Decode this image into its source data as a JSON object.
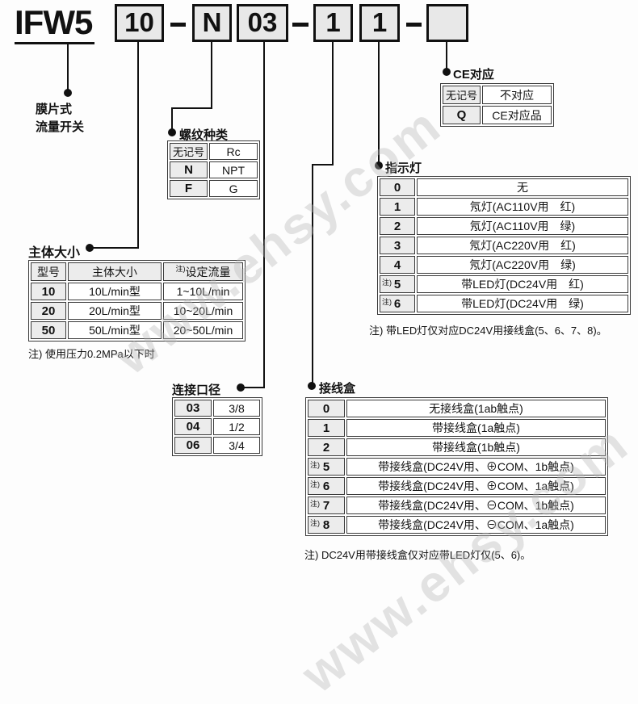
{
  "note_mark": "注)",
  "watermark": "www.ehsy.com",
  "model": {
    "prefix": "IFW5",
    "dash": "",
    "boxes": [
      "10",
      "N",
      "03",
      "1",
      "1",
      ""
    ]
  },
  "product": {
    "label_line1": "膜片式",
    "label_line2": "流量开关"
  },
  "body_size": {
    "label": "主体大小",
    "headers": [
      "型号",
      "主体大小",
      "设定流量"
    ],
    "rows": [
      {
        "code": "10",
        "size": "10L/min型",
        "flow": "1~10L/min"
      },
      {
        "code": "20",
        "size": "20L/min型",
        "flow": "10~20L/min"
      },
      {
        "code": "50",
        "size": "50L/min型",
        "flow": "20~50L/min"
      }
    ],
    "note": "注) 使用压力0.2MPa以下时"
  },
  "thread_type": {
    "label": "螺纹种类",
    "rows": [
      {
        "code": "无记号",
        "value": "Rc"
      },
      {
        "code": "N",
        "value": "NPT"
      },
      {
        "code": "F",
        "value": "G"
      }
    ]
  },
  "port_size": {
    "label": "连接口径",
    "rows": [
      {
        "code": "03",
        "value": "3/8"
      },
      {
        "code": "04",
        "value": "1/2"
      },
      {
        "code": "06",
        "value": "3/4"
      }
    ]
  },
  "ce": {
    "label": "CE对应",
    "rows": [
      {
        "code": "无记号",
        "value": "不对应"
      },
      {
        "code": "Q",
        "value": "CE对应品"
      }
    ]
  },
  "indicator": {
    "label": "指示灯",
    "rows": [
      {
        "note": "",
        "code": "0",
        "desc": "无"
      },
      {
        "note": "",
        "code": "1",
        "desc": "氖灯(AC110V用　红)"
      },
      {
        "note": "",
        "code": "2",
        "desc": "氖灯(AC110V用　绿)"
      },
      {
        "note": "",
        "code": "3",
        "desc": "氖灯(AC220V用　红)"
      },
      {
        "note": "",
        "code": "4",
        "desc": "氖灯(AC220V用　绿)"
      },
      {
        "note": "注)",
        "code": "5",
        "desc": "带LED灯(DC24V用　红)"
      },
      {
        "note": "注)",
        "code": "6",
        "desc": "带LED灯(DC24V用　绿)"
      }
    ],
    "note": "注) 带LED灯仅对应DC24V用接线盒(5、6、7、8)。"
  },
  "terminal_box": {
    "label": "接线盒",
    "rows": [
      {
        "note": "",
        "code": "0",
        "desc": "无接线盒(1ab触点)"
      },
      {
        "note": "",
        "code": "1",
        "desc": "带接线盒(1a触点)"
      },
      {
        "note": "",
        "code": "2",
        "desc": "带接线盒(1b触点)"
      },
      {
        "note": "注)",
        "code": "5",
        "desc": "带接线盒(DC24V用、⊕COM、1b触点)"
      },
      {
        "note": "注)",
        "code": "6",
        "desc": "带接线盒(DC24V用、⊕COM、1a触点)"
      },
      {
        "note": "注)",
        "code": "7",
        "desc": "带接线盒(DC24V用、⊖COM、1b触点)"
      },
      {
        "note": "注)",
        "code": "8",
        "desc": "带接线盒(DC24V用、⊖COM、1a触点)"
      }
    ],
    "note": "注) DC24V用带接线盒仅对应带LED灯仅(5、6)。"
  }
}
